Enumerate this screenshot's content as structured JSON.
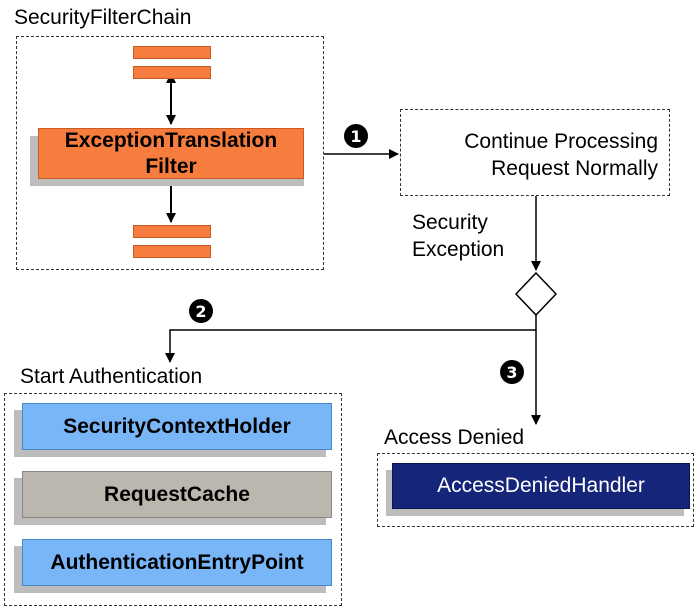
{
  "filter_chain": {
    "title": "SecurityFilterChain",
    "exception_filter": [
      "ExceptionTranslation",
      "Filter"
    ]
  },
  "continue": {
    "line1": "Continue Processing",
    "line2": "Request Normally"
  },
  "security_exception": {
    "line1": "Security",
    "line2": "Exception"
  },
  "start_auth": {
    "title": "Start Authentication",
    "items": [
      "SecurityContextHolder",
      "RequestCache",
      "AuthenticationEntryPoint"
    ]
  },
  "access_denied": {
    "title": "Access Denied",
    "handler": "AccessDeniedHandler"
  },
  "steps": [
    "1",
    "2",
    "3"
  ],
  "colors": {
    "orange": "#f77d3f",
    "blue": "#78b6f8",
    "gray": "#bcb7ae",
    "navy": "#15267a"
  }
}
